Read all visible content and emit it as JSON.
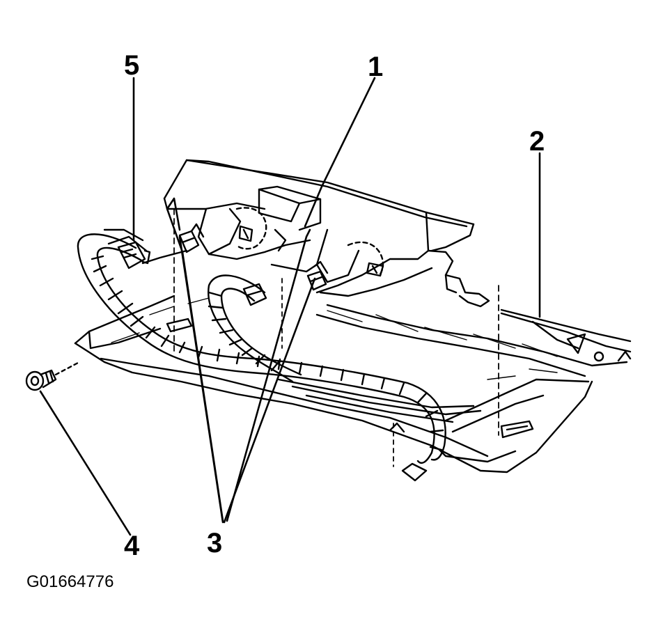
{
  "callouts": {
    "c1": "1",
    "c2": "2",
    "c3": "3",
    "c4": "4",
    "c5": "5"
  },
  "figure_id": "G01664776",
  "colors": {
    "ink": "#000000",
    "paper": "#ffffff"
  }
}
